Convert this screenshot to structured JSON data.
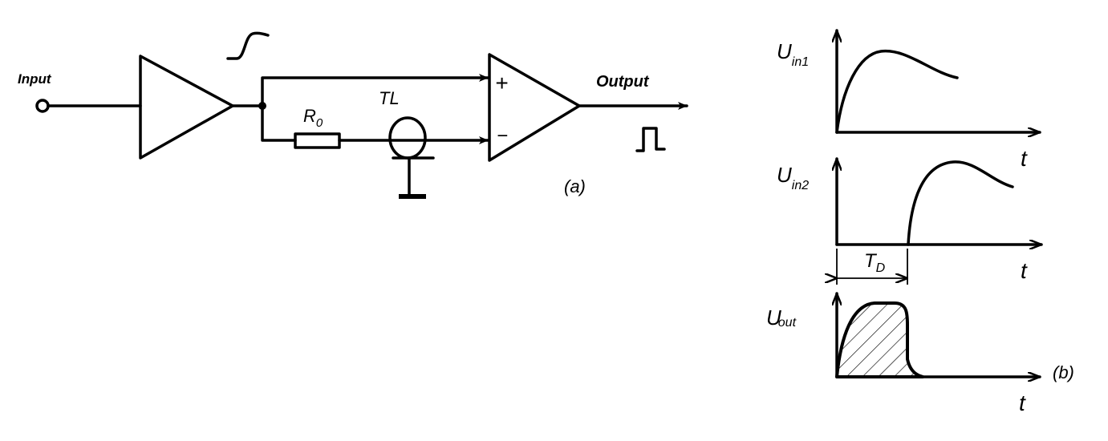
{
  "circuit": {
    "input_label": "Input",
    "output_label": "Output",
    "resistor_label": "R",
    "resistor_subscript": "0",
    "line_label": "TL",
    "plus_sign": "+",
    "minus_sign": "−",
    "panel_label": "(a)"
  },
  "waveforms": {
    "panel_label": "(b)",
    "plots": [
      {
        "ylabel": "U",
        "ylabel_sub": "in1",
        "xlabel": "t"
      },
      {
        "ylabel": "U",
        "ylabel_sub": "in2",
        "xlabel": "t"
      },
      {
        "ylabel": "U",
        "ylabel_sub": "out",
        "xlabel": "t"
      }
    ],
    "delay_label": "T",
    "delay_sub": "D"
  }
}
